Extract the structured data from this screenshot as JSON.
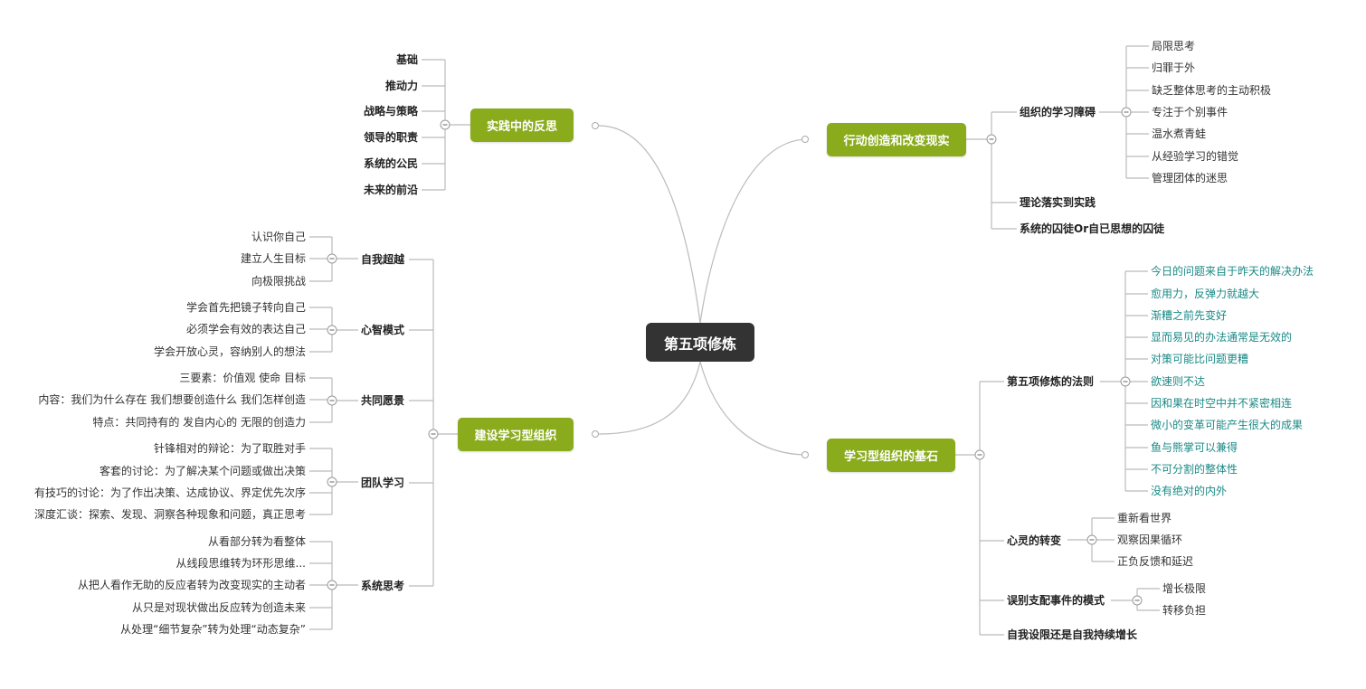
{
  "root": {
    "label": "第五项修炼"
  },
  "branches": {
    "reflection": {
      "label": "实践中的反思",
      "items": [
        "基础",
        "推动力",
        "战略与策略",
        "领导的职责",
        "系统的公民",
        "未来的前沿"
      ]
    },
    "action": {
      "label": "行动创造和改变现实",
      "barriers": {
        "label": "组织的学习障碍",
        "items": [
          "局限思考",
          "归罪于外",
          "缺乏整体思考的主动积极",
          "专注于个别事件",
          "温水煮青蛙",
          "从经验学习的错觉",
          "管理团体的迷思"
        ]
      },
      "theory": {
        "label": "理论落实到实践"
      },
      "prisoner": {
        "label": "系统的囚徒Or自已思想的囚徒"
      }
    },
    "build": {
      "label": "建设学习型组织",
      "mastery": {
        "label": "自我超越",
        "items": [
          "认识你自己",
          "建立人生目标",
          "向极限挑战"
        ]
      },
      "models": {
        "label": "心智模式",
        "items": [
          "学会首先把镜子转向自己",
          "必须学会有效的表达自己",
          "学会开放心灵，容纳别人的想法"
        ]
      },
      "vision": {
        "label": "共同愿景",
        "items": [
          "三要素：价值观 使命 目标",
          "内容：我们为什么存在 我们想要创造什么 我们怎样创造",
          "特点：共同持有的 发自内心的 无限的创造力"
        ]
      },
      "team": {
        "label": "团队学习",
        "items": [
          "针锋相对的辩论：为了取胜对手",
          "客套的讨论：为了解决某个问题或做出决策",
          "有技巧的讨论：为了作出决策、达成协议、界定优先次序",
          "深度汇谈：探索、发现、洞察各种现象和问题，真正思考"
        ]
      },
      "systems": {
        "label": "系统思考",
        "items": [
          "从看部分转为看整体",
          "从线段思维转为环形思维...",
          "从把人看作无助的反应者转为改变现实的主动者",
          "从只是对现状做出反应转为创造未来",
          "从处理“细节复杂”转为处理“动态复杂”"
        ]
      }
    },
    "cornerstone": {
      "label": "学习型组织的基石",
      "laws": {
        "label": "第五项修炼的法则",
        "items": [
          "今日的问题来自于昨天的解决办法",
          "愈用力，反弹力就越大",
          "渐糟之前先变好",
          "显而易见的办法通常是无效的",
          "对策可能比问题更糟",
          "欲速则不达",
          "因和果在时空中并不紧密相连",
          "微小的变革可能产生很大的成果",
          "鱼与熊掌可以兼得",
          "不可分割的整体性",
          "没有绝对的内外"
        ]
      },
      "mind": {
        "label": "心灵的转变",
        "items": [
          "重新看世界",
          "观察因果循环",
          "正负反馈和延迟"
        ]
      },
      "patterns": {
        "label": "误别支配事件的模式",
        "items": [
          "增长极限",
          "转移负担"
        ]
      },
      "growth": {
        "label": "自我设限还是自我持续增长"
      }
    }
  },
  "colors": {
    "root": "#333333",
    "branch": "#8aab1c",
    "line": "#bbbbbb",
    "law_text": "#1a8a86"
  },
  "icons": {
    "collapse": "minus-circle-icon"
  }
}
